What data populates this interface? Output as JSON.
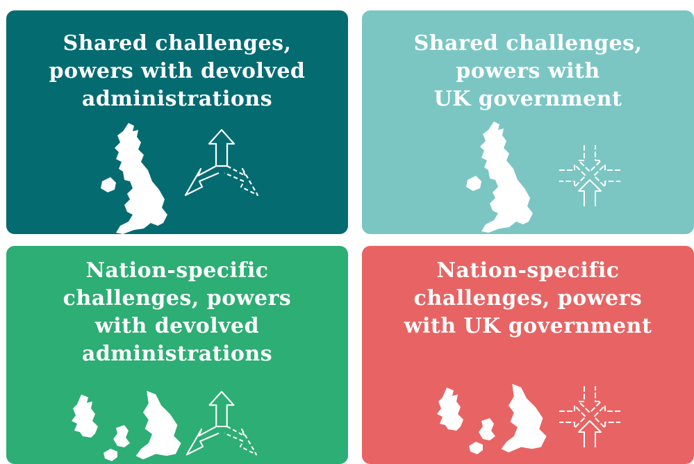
{
  "colors": {
    "top_left": "#046B71",
    "top_right": "#7BC6C3",
    "bottom_left": "#2CAE74",
    "bottom_right": "#E86464",
    "icon": "#FFFFFF"
  },
  "cards": [
    {
      "title_lines": [
        "Shared challenges,",
        "powers with devolved",
        "administrations"
      ],
      "map": "uk-map-icon",
      "arrows": "diverging-arrows-icon"
    },
    {
      "title_lines": [
        "Shared challenges,",
        "powers with",
        "UK government"
      ],
      "map": "uk-map-icon",
      "arrows": "converging-arrows-icon"
    },
    {
      "title_lines": [
        "Nation-specific",
        "challenges, powers",
        "with devolved",
        "administrations"
      ],
      "map": "separated-nations-map-icon",
      "arrows": "diverging-arrows-icon"
    },
    {
      "title_lines": [
        "Nation-specific",
        "challenges, powers",
        "with UK government"
      ],
      "map": "separated-nations-map-icon",
      "arrows": "converging-arrows-icon"
    }
  ]
}
